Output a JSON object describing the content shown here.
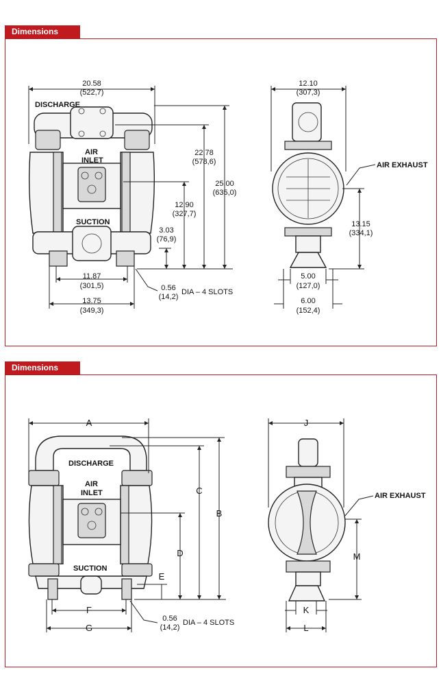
{
  "sections": [
    {
      "title": "Dimensions",
      "dims": {
        "width_total": "20.58",
        "width_total_mm": "(522,7)",
        "side_width": "12.10",
        "side_width_mm": "(307,3)",
        "height_discharge": "22.78",
        "height_discharge_mm": "(578,6)",
        "height_total": "25.00",
        "height_total_mm": "(635,0)",
        "height_inlet": "12.90",
        "height_inlet_mm": "(327,7)",
        "height_suction": "3.03",
        "height_suction_mm": "(76,9)",
        "slots_inner": "11.87",
        "slots_inner_mm": "(301,5)",
        "slots_outer": "13.75",
        "slots_outer_mm": "(349,3)",
        "slot_dia": "0.56",
        "slot_dia_mm": "(14,2)",
        "slot_note": "DIA – 4 SLOTS",
        "exhaust_height": "13.15",
        "exhaust_height_mm": "(334,1)",
        "base_inner": "5.00",
        "base_inner_mm": "(127,0)",
        "base_outer": "6.00",
        "base_outer_mm": "(152,4)"
      },
      "labels": {
        "discharge": "DISCHARGE",
        "air": "AIR",
        "inlet": "INLET",
        "suction": "SUCTION",
        "air_exhaust": "AIR EXHAUST"
      }
    },
    {
      "title": "Dimensions",
      "letters": {
        "a": "A",
        "b": "B",
        "c": "C",
        "d": "D",
        "e": "E",
        "f": "F",
        "g": "G",
        "j": "J",
        "k": "K",
        "l": "L",
        "m": "M"
      },
      "slot_dia": "0.56",
      "slot_dia_mm": "(14,2)",
      "slot_note": "DIA – 4 SLOTS",
      "labels": {
        "discharge": "DISCHARGE",
        "air": "AIR",
        "inlet": "INLET",
        "suction": "SUCTION",
        "air_exhaust": "AIR EXHAUST"
      }
    }
  ]
}
